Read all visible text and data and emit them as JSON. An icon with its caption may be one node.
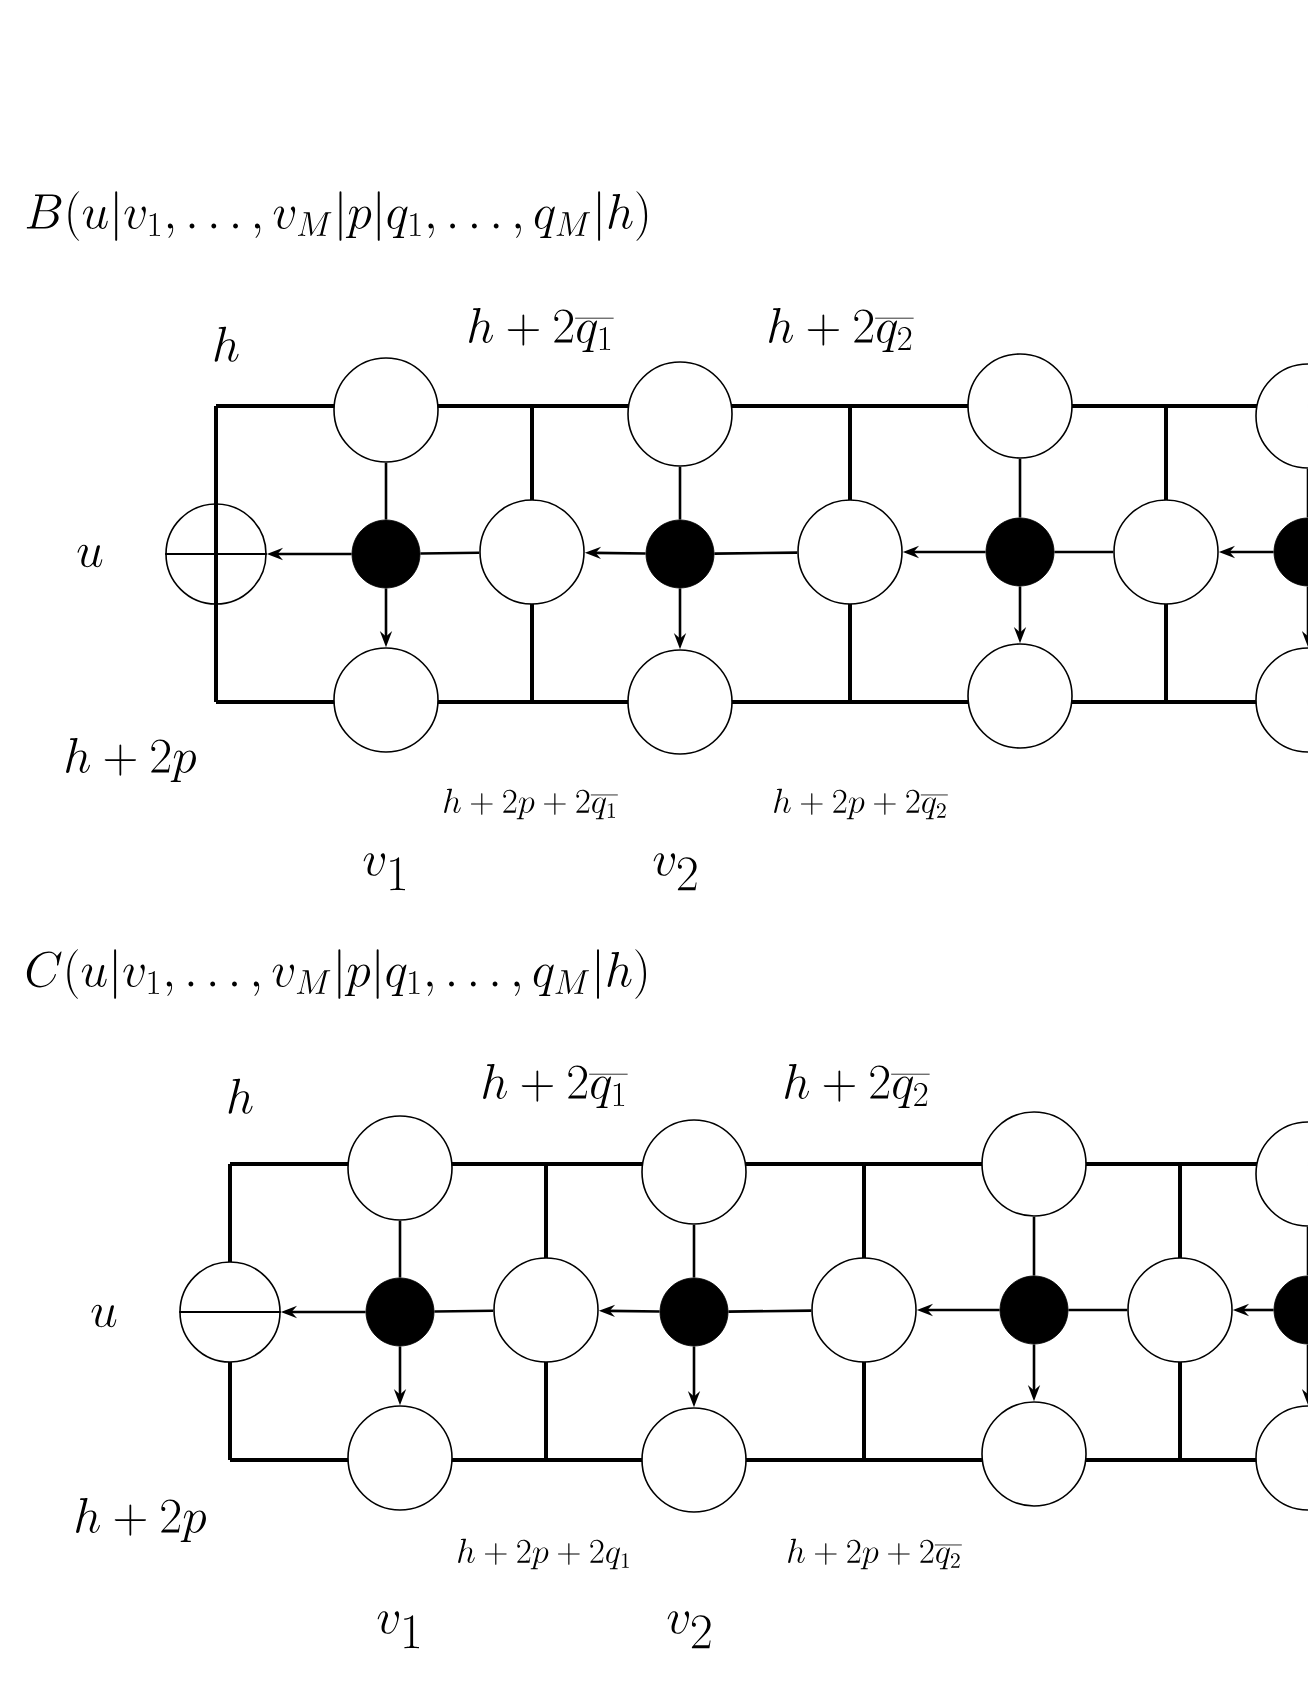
{
  "diagram": {
    "nodes": [
      {
        "text": [],
        "shape": "circle"
      },
      {
        "text": [],
        "shape": "circle"
      },
      {
        "text": [],
        "shape": "circle"
      },
      {
        "text": [],
        "shape": "circle"
      },
      {
        "text": [],
        "shape": "circle"
      },
      {
        "text": [],
        "shape": "circle"
      },
      {
        "text": [],
        "shape": "circle"
      },
      {
        "text": [],
        "shape": "circle"
      },
      {
        "text": [],
        "shape": "dot"
      },
      {
        "text": [],
        "shape": "dot"
      },
      {
        "text": [],
        "shape": "dot"
      },
      {
        "text": [],
        "shape": "dot"
      },
      {
        "text": [],
        "shape": "circle"
      },
      {
        "text": [],
        "shape": "circle"
      },
      {
        "text": [],
        "shape": "circle"
      },
      {
        "text": [],
        "shape": "circle"
      },
      {
        "text": [],
        "shape": "circle"
      },
      {
        "text": [],
        "shape": "circle"
      },
      {
        "text": [],
        "shape": "circle"
      },
      {
        "text": [],
        "shape": "circle"
      },
      {
        "text": [],
        "shape": "circle"
      },
      {
        "text": [],
        "shape": "circle"
      },
      {
        "text": [],
        "shape": "circle"
      },
      {
        "text": [],
        "shape": "circle"
      },
      {
        "text": [],
        "shape": "dot"
      },
      {
        "text": [],
        "shape": "dot"
      },
      {
        "text": [],
        "shape": "dot"
      },
      {
        "text": [],
        "shape": "dot"
      },
      {
        "text": [],
        "shape": "circle"
      },
      {
        "text": [],
        "shape": "circle"
      },
      {
        "text": [],
        "shape": "circle"
      },
      {
        "text": [],
        "shape": "circle"
      }
    ],
    "edges": [
      {
        "from": 8,
        "to": 0,
        "arrow": "to"
      },
      {
        "from": 5,
        "to": 8,
        "arrow": "none"
      },
      {
        "from": 9,
        "to": 5,
        "arrow": "to"
      },
      {
        "from": 6,
        "to": 9,
        "arrow": "none"
      },
      {
        "from": 10,
        "to": 6,
        "arrow": "to"
      },
      {
        "from": 7,
        "to": 10,
        "arrow": "none"
      },
      {
        "from": 11,
        "to": 7,
        "arrow": "to"
      },
      {
        "from": 1,
        "to": 8,
        "arrow": "none"
      },
      {
        "from": 2,
        "to": 9,
        "arrow": "none"
      },
      {
        "from": 3,
        "to": 10,
        "arrow": "none"
      },
      {
        "from": 4,
        "to": 11,
        "arrow": "none"
      },
      {
        "from": 8,
        "to": 12,
        "arrow": "to"
      },
      {
        "from": 9,
        "to": 13,
        "arrow": "to"
      },
      {
        "from": 10,
        "to": 14,
        "arrow": "to"
      },
      {
        "from": 11,
        "to": 15,
        "arrow": "to"
      },
      {
        "from": 24,
        "to": 16,
        "arrow": "to"
      },
      {
        "from": 21,
        "to": 24,
        "arrow": "none"
      },
      {
        "from": 25,
        "to": 21,
        "arrow": "to"
      },
      {
        "from": 22,
        "to": 25,
        "arrow": "none"
      },
      {
        "from": 26,
        "to": 22,
        "arrow": "to"
      },
      {
        "from": 23,
        "to": 26,
        "arrow": "none"
      },
      {
        "from": 27,
        "to": 23,
        "arrow": "to"
      },
      {
        "from": 17,
        "to": 24,
        "arrow": "none"
      },
      {
        "from": 18,
        "to": 25,
        "arrow": "none"
      },
      {
        "from": 19,
        "to": 26,
        "arrow": "none"
      },
      {
        "from": 20,
        "to": 27,
        "arrow": "none"
      },
      {
        "from": 24,
        "to": 28,
        "arrow": "to"
      },
      {
        "from": 25,
        "to": 29,
        "arrow": "to"
      },
      {
        "from": 26,
        "to": 30,
        "arrow": "to"
      },
      {
        "from": 27,
        "to": 31,
        "arrow": "to"
      }
    ],
    "labels": [
      "B(u|v_1,\\ldots,v_M|p|q_1,\\ldots,q_M|h)",
      "h",
      "h+2\\overline{q_1}",
      "h+2\\overline{q_2}",
      "u",
      "h+2p",
      "h+2p+2\\overline{q_1}",
      "h+2p+2\\overline{q_2}",
      "v_1",
      "v_2",
      "C(u|v_1,\\ldots,v_M|p|q_1,\\ldots,q_M|h)",
      "h",
      "h+2\\overline{q_1}",
      "h+2\\overline{q_2}",
      "u",
      "h+2p",
      "h+2p+2q_1",
      "h+2p+2\\overline{q_2}",
      "v_1",
      "v_2"
    ]
  }
}
